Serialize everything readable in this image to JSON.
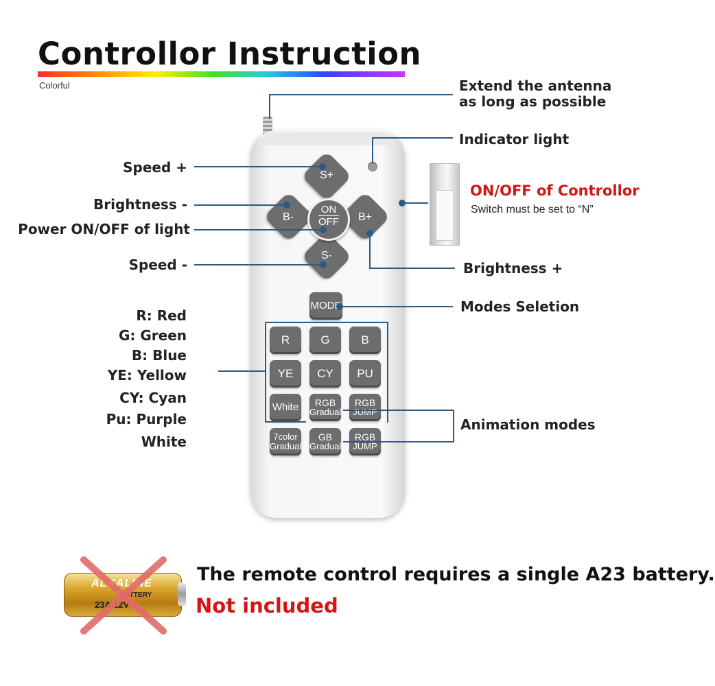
{
  "header": {
    "title": "Controllor Instruction",
    "subtitle": "Colorful"
  },
  "remote": {
    "direction_keys": {
      "up": "S+",
      "left": "B-",
      "right": "B+",
      "down": "S-",
      "center_top": "ON",
      "center_bottom": "OFF"
    },
    "mode_key": "MODE",
    "color_keys": [
      [
        "R",
        "G",
        "B"
      ],
      [
        "YE",
        "CY",
        "PU"
      ]
    ],
    "white_key": "White",
    "rgb_gradual": {
      "line1": "RGB",
      "line2": "Gradual"
    },
    "rgb_jump_1": {
      "line1": "RGB",
      "line2": "JUMP"
    },
    "seven_color": {
      "line1": "7color",
      "line2": "Gradual"
    },
    "gb_gradual": {
      "line1": "GB",
      "line2": "Gradual"
    },
    "rgb_jump_2": {
      "line1": "RGB",
      "line2": "JUMP"
    }
  },
  "callouts": {
    "antenna_line1": "Extend the antenna",
    "antenna_line2": "as long as possible",
    "indicator": "Indicator light",
    "speed_plus": "Speed +",
    "brightness_minus": "Brightness -",
    "power": "Power ON/OFF of light",
    "speed_minus": "Speed -",
    "brightness_plus": "Brightness +",
    "modes": "Modes Seletion",
    "animation": "Animation modes",
    "switch_title": "ON/OFF of Controllor",
    "switch_note": "Switch must be set to “N”"
  },
  "color_legend": [
    "R: Red",
    "G: Green",
    "B: Blue",
    "YE: Yellow",
    "CY: Cyan",
    "Pu: Purple",
    "White"
  ],
  "battery": {
    "brand": "ALKALINE",
    "type_label": "BATTERY",
    "model": "23A 12V",
    "note": "The remote control requires a single A23 battery.",
    "not_included": "Not included"
  },
  "colors": {
    "accent_line": "#2c5a83",
    "warning_red": "#d41515",
    "key_gray": "#6d6d6d"
  }
}
